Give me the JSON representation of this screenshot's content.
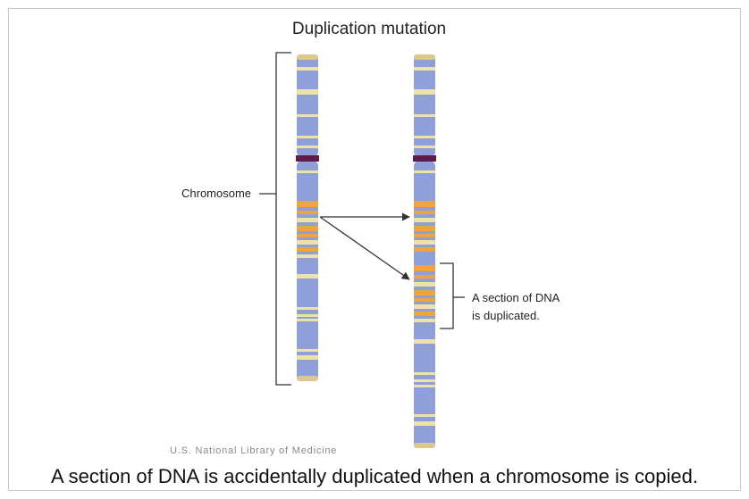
{
  "figure": {
    "title": "Duplication mutation",
    "chromosome_label": "Chromosome",
    "duplicated_label_line1": "A section of DNA",
    "duplicated_label_line2": "is duplicated.",
    "credit": "U.S. National Library of Medicine",
    "caption": "A section of DNA is accidentally duplicated when a chromosome is copied."
  },
  "colors": {
    "chromosome_blue": "#8fa0d9",
    "band_cream": "#ede3a6",
    "band_orange": "#eda540",
    "centromere": "#5e1c4a",
    "cap": "#dcc88e",
    "line": "#333333"
  }
}
